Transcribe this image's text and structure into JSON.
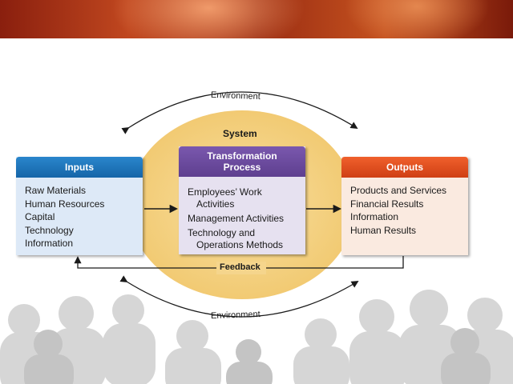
{
  "diagram": {
    "system_label": "System",
    "environment_top": "Environment",
    "environment_bottom": "Environment",
    "feedback_label": "Feedback",
    "inputs": {
      "title": "Inputs",
      "items": [
        "Raw Materials",
        "Human Resources",
        "Capital",
        "Technology",
        "Information"
      ]
    },
    "process": {
      "title_line1": "Transformation",
      "title_line2": "Process",
      "items": [
        "Employees’ Work",
        "Activities",
        "Management Activities",
        "Technology and",
        "Operations Methods"
      ]
    },
    "outputs": {
      "title": "Outputs",
      "items": [
        "Products and Services",
        "Financial Results",
        "Information",
        "Human Results"
      ]
    },
    "colors": {
      "inputs_header": "#1a73b8",
      "process_header": "#6a4a9c",
      "outputs_header": "#e04a1f",
      "system_ellipse": "#f5d58c"
    }
  }
}
